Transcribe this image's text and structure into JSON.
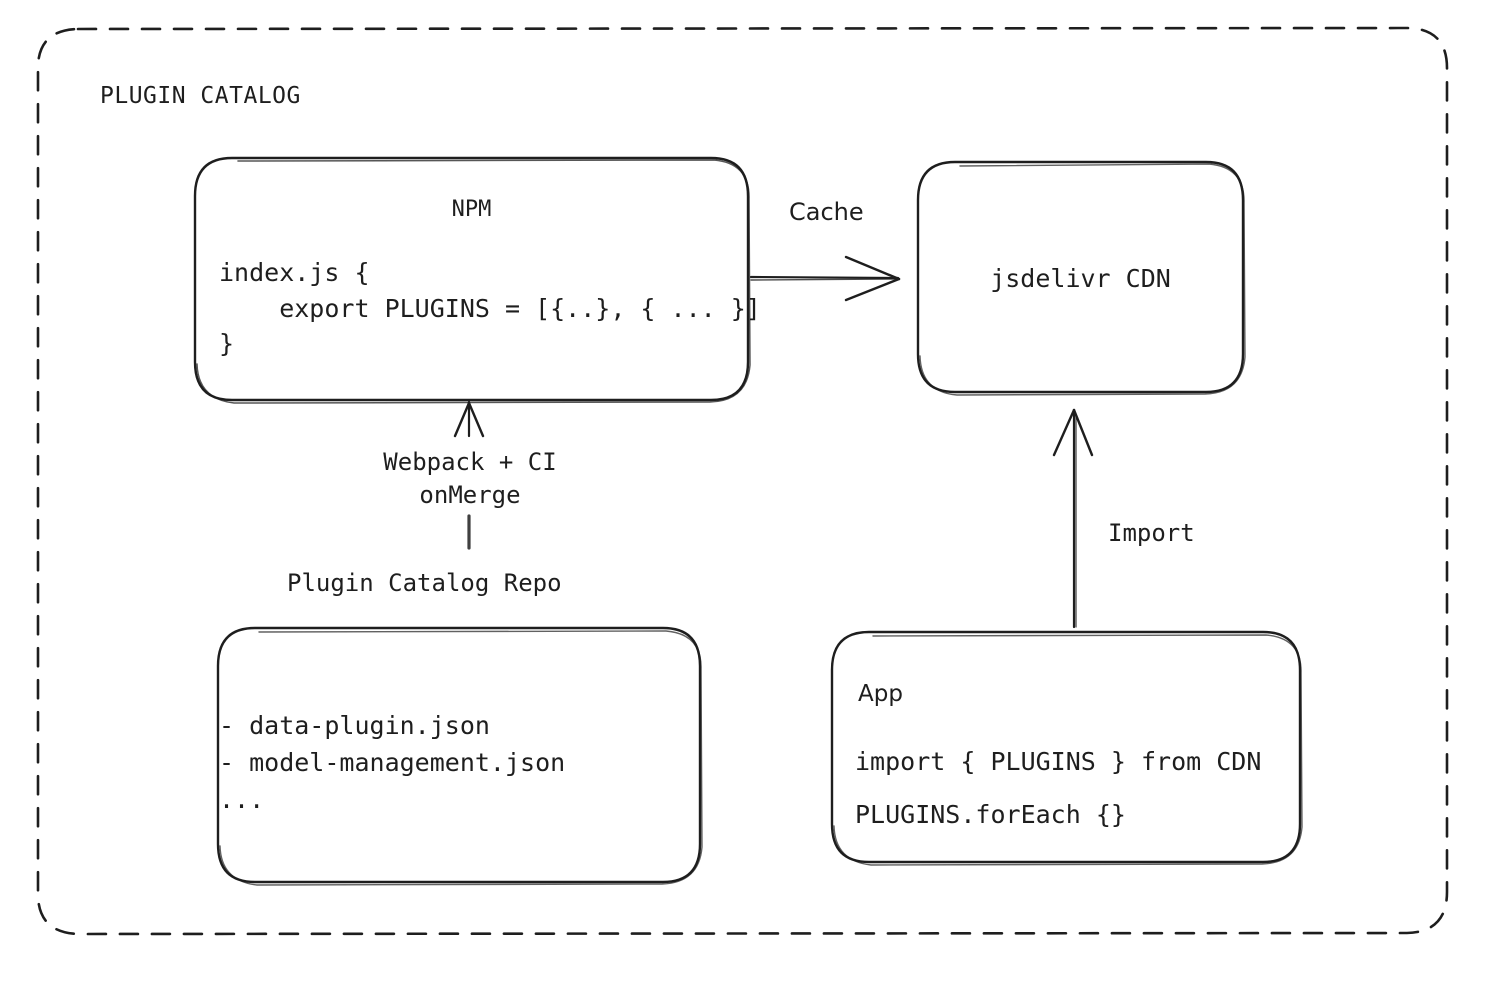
{
  "diagram": {
    "title": "PLUGIN CATALOG",
    "type": "architecture-flow-diagram",
    "background": "#ffffff",
    "stroke_color": "#1e1e1e",
    "group_border": {
      "style": "dashed",
      "shape": "rounded-rectangle"
    },
    "nodes": {
      "npm": {
        "id": "npm-box",
        "title": "NPM",
        "code": "index.js {\n    export PLUGINS = [{..}, { ... }]\n}"
      },
      "cdn": {
        "id": "cdn-box",
        "title": "jsdelivr CDN"
      },
      "repo": {
        "id": "repo-box",
        "label": "Plugin Catalog Repo",
        "files": "- data-plugin.json\n- model-management.json\n..."
      },
      "app": {
        "id": "app-box",
        "title": "App",
        "code_import": "import { PLUGINS } from CDN",
        "code_foreach": "PLUGINS.forEach {}"
      }
    },
    "edges": [
      {
        "id": "npm-to-cdn",
        "from": "npm",
        "to": "cdn",
        "label": "Cache",
        "direction": "right"
      },
      {
        "id": "repo-to-npm",
        "from": "repo",
        "to": "npm",
        "label": "Webpack + CI\nonMerge",
        "direction": "up"
      },
      {
        "id": "app-to-cdn",
        "from": "app",
        "to": "cdn",
        "label": "Import",
        "direction": "up"
      }
    ]
  }
}
